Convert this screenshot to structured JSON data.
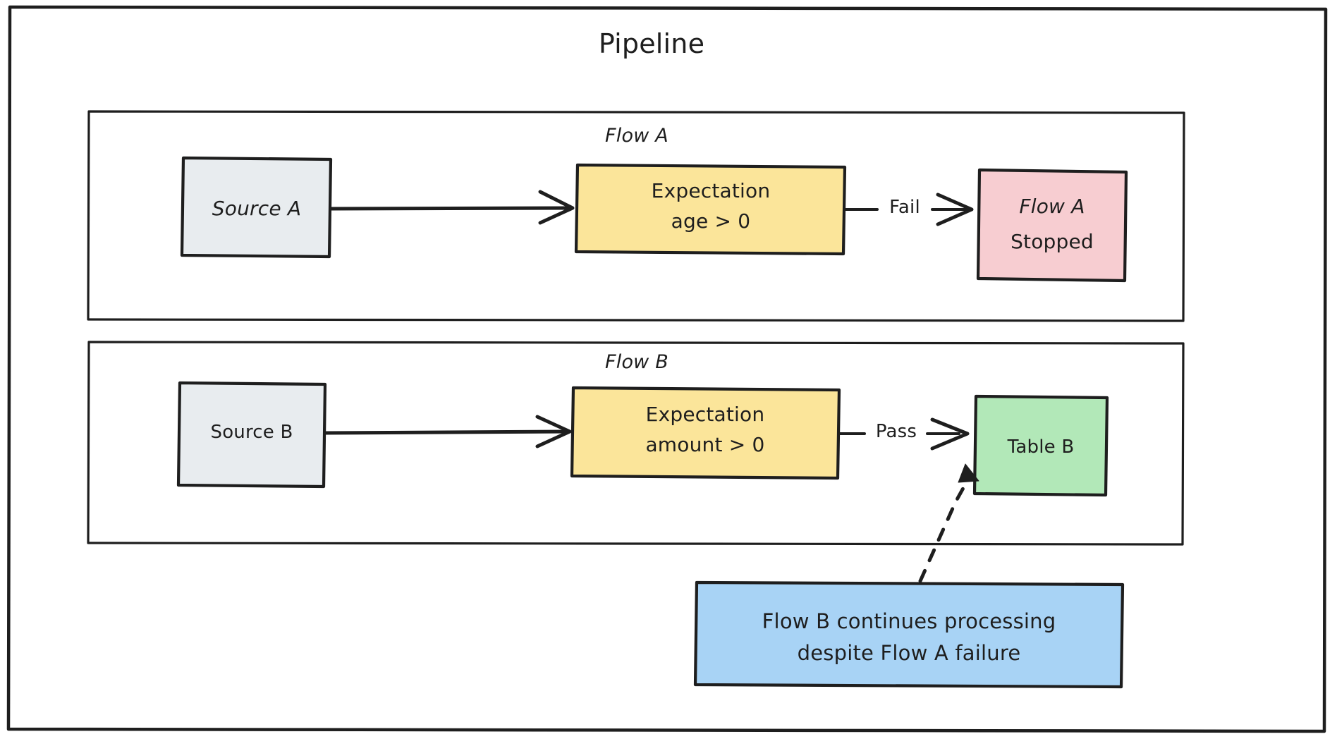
{
  "diagram": {
    "type": "flowchart",
    "title": "Pipeline",
    "style": "hand-drawn sketch",
    "background": "#ffffff",
    "stroke_color": "#1e1e1e"
  },
  "colors": {
    "source_fill": "#e8ecef",
    "expectation_fill": "#fbe59a",
    "stopped_fill": "#f7cdd1",
    "table_fill": "#b2e8b8",
    "note_fill": "#a8d3f5",
    "stroke": "#1e1e1e"
  },
  "containers": [
    {
      "id": "pipeline",
      "label": "Pipeline"
    },
    {
      "id": "flow_a",
      "label": "Flow A"
    },
    {
      "id": "flow_b",
      "label": "Flow B"
    }
  ],
  "flow_a": {
    "group_label": "Flow A",
    "source": {
      "label": "Source A",
      "fill": "#e8ecef"
    },
    "expectation": {
      "line1": "Expectation",
      "line2": "age > 0",
      "fill": "#fbe59a"
    },
    "edge_label": "Fail",
    "result": {
      "line1": "Flow A",
      "line2": "Stopped",
      "fill": "#f7cdd1"
    }
  },
  "flow_b": {
    "group_label": "Flow B",
    "source": {
      "label": "Source B",
      "fill": "#e8ecef"
    },
    "expectation": {
      "line1": "Expectation",
      "line2": "amount > 0",
      "fill": "#fbe59a"
    },
    "edge_label": "Pass",
    "result": {
      "label": "Table B",
      "fill": "#b2e8b8"
    }
  },
  "note": {
    "line1": "Flow B continues processing",
    "line2": "despite Flow A failure",
    "fill": "#a8d3f5",
    "connector": "dashed-arrow-to-table-b"
  }
}
